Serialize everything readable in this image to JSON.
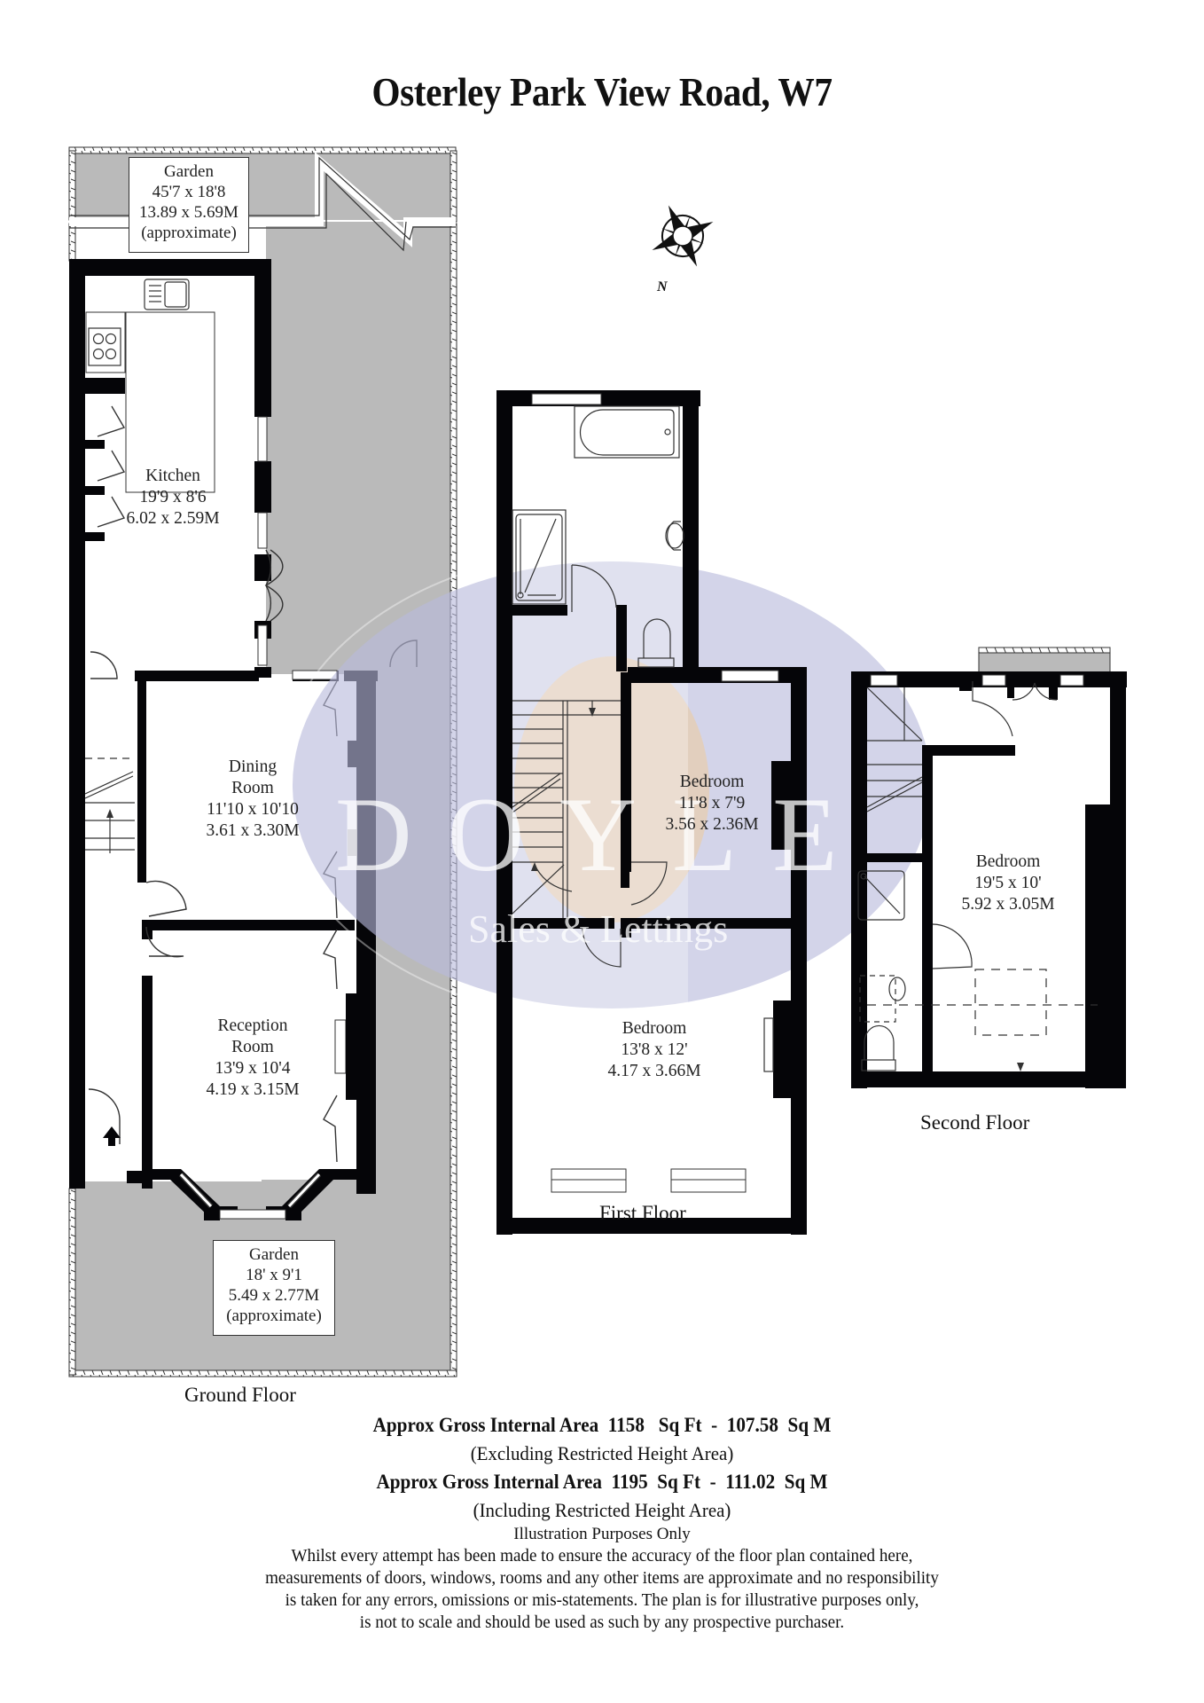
{
  "title": "Osterley Park View Road, W7",
  "compass": {
    "icon": "compass-rose-icon",
    "north_label": "N"
  },
  "watermark": {
    "brand": "DOYLE",
    "tagline": "Sales & Lettings",
    "oval_color": "#b8b9dc",
    "accent_color": "#f4c98a"
  },
  "colors": {
    "wall": "#050508",
    "garden": "#bababa",
    "background": "#ffffff"
  },
  "ground_floor": {
    "label": "Ground Floor",
    "rear_garden": {
      "name": "Garden",
      "imperial": "45'7 x 18'8",
      "metric": "13.89 x 5.69M",
      "note": "(approximate)"
    },
    "kitchen": {
      "name": "Kitchen",
      "imperial": "19'9 x 8'6",
      "metric": "6.02 x 2.59M"
    },
    "dining_room": {
      "name_line1": "Dining",
      "name_line2": "Room",
      "imperial": "11'10 x 10'10",
      "metric": "3.61 x 3.30M"
    },
    "reception_room": {
      "name_line1": "Reception",
      "name_line2": "Room",
      "imperial": "13'9 x 10'4",
      "metric": "4.19 x 3.15M"
    },
    "front_garden": {
      "name": "Garden",
      "imperial": "18' x 9'1",
      "metric": "5.49 x 2.77M",
      "note": "(approximate)"
    }
  },
  "first_floor": {
    "label": "First Floor",
    "bedroom_rear": {
      "name": "Bedroom",
      "imperial": "11'8 x 7'9",
      "metric": "3.56 x 2.36M"
    },
    "bedroom_front": {
      "name": "Bedroom",
      "imperial": "13'8 x 12'",
      "metric": "4.17 x 3.66M"
    }
  },
  "second_floor": {
    "label": "Second Floor",
    "bedroom": {
      "name": "Bedroom",
      "imperial": "19'5 x 10'",
      "metric": "5.92 x 3.05M"
    }
  },
  "areas": {
    "line1": "Approx Gross Internal Area  1158   Sq Ft  -  107.58  Sq M",
    "line1_note": "(Excluding Restricted Height Area)",
    "line2": "Approx Gross Internal Area  1195  Sq Ft  -  111.02  Sq M",
    "line2_note": "(Including Restricted Height Area)",
    "illustration": "Illustration Purposes Only",
    "disclaimer": [
      "Whilst every attempt has been made to ensure the accuracy of the floor plan contained here,",
      "measurements of doors, windows, rooms and any other items are approximate and no responsibility",
      "is taken for any errors, omissions or mis-statements. The plan is for illustrative purposes only,",
      "is not to scale and should be used as such by any prospective purchaser."
    ]
  }
}
